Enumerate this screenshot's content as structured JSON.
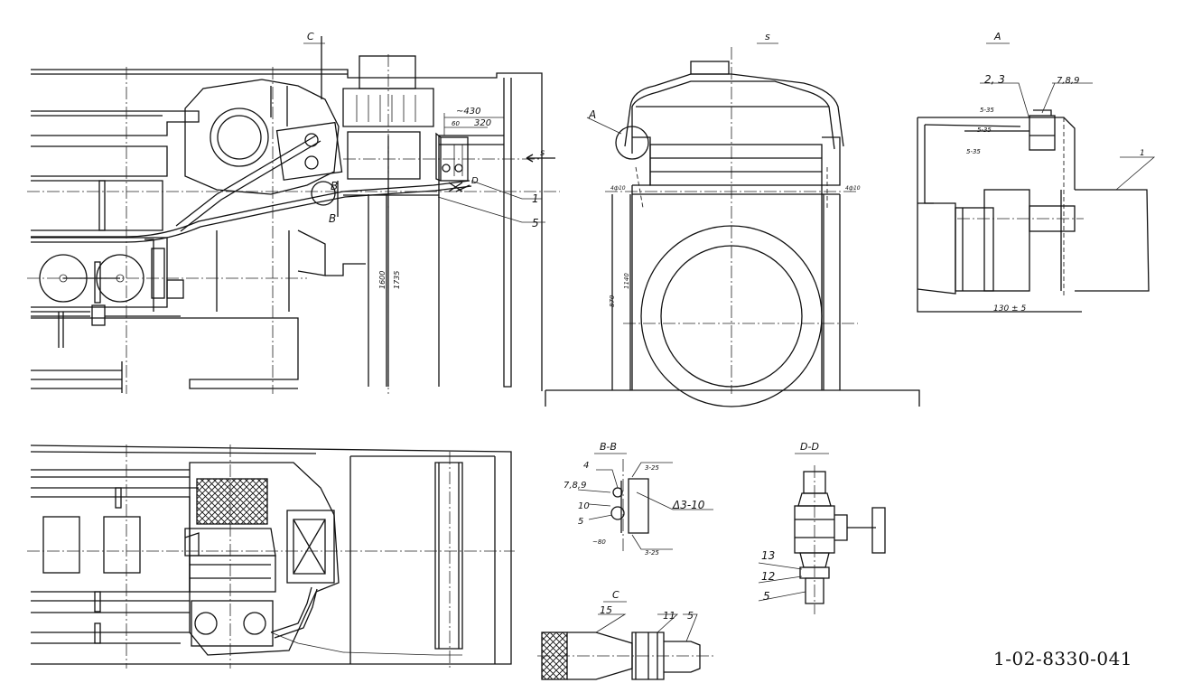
{
  "drawing_number": "1-02-8330-041",
  "views": {
    "c_arrow": "C",
    "s_arrow": "s",
    "s_view": "s",
    "a_view": "A",
    "section_bb": "B-B",
    "section_dd": "D-D",
    "view_c": "C"
  },
  "callouts": {
    "b_upper": "B",
    "b_lower": "B",
    "d_mark": "D",
    "item_1": "1",
    "item_5": "5",
    "a_circle": "A",
    "a_items_23": "2, 3",
    "a_items_789": "7,8,9",
    "a_item_1": "1",
    "bb_4": "4",
    "bb_789": "7,8,9",
    "bb_10": "10",
    "bb_5": "5",
    "bb_weld": "Δ3-10",
    "dd_13": "13",
    "dd_12": "12",
    "dd_5": "5",
    "c_15": "15",
    "c_11": "11",
    "c_5": "5"
  },
  "dimensions": {
    "d430": "~430",
    "d320": "320",
    "d60": "60",
    "d1600": "1600",
    "d1735": "1735",
    "d130": "130 ± 5",
    "d535a": "5-35",
    "d535b": "5-35",
    "d535c": "5-35",
    "bb_d325a": "3-25",
    "bb_d325b": "3-25",
    "bb_d80": "~80",
    "s_d870": "870",
    "s_d1140": "1140",
    "s_ten_l": "4ф10",
    "s_ten_r": "4ф10"
  },
  "icons": [
    "glow-plug-heater-icon",
    "hand-valve-icon",
    "hose-fitting-icon"
  ]
}
